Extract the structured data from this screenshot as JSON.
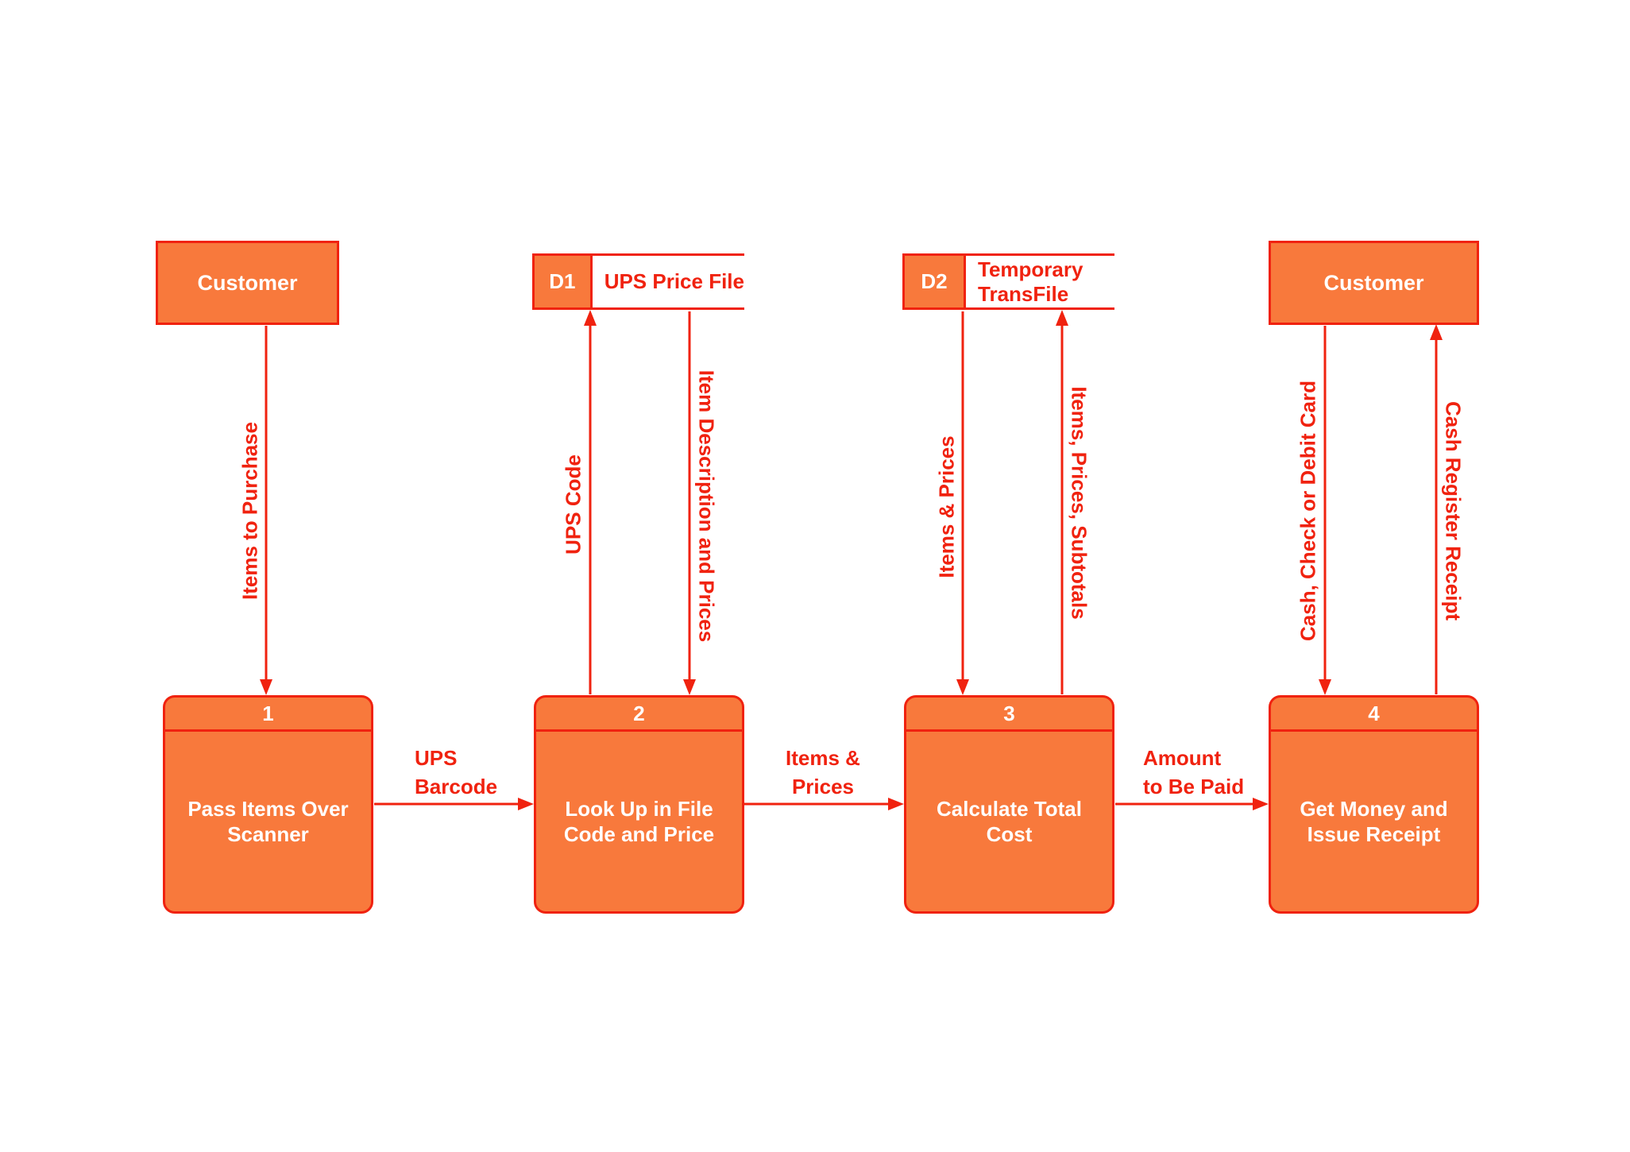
{
  "colors": {
    "shape_fill": "#F8793C",
    "line_red": "#F0220F",
    "label_white": "#FFFFFF"
  },
  "entities": [
    {
      "label": "Customer"
    },
    {
      "label": "Customer"
    }
  ],
  "data_stores": [
    {
      "id": "D1",
      "name": "UPS Price File"
    },
    {
      "id": "D2",
      "name_line1": "Temporary",
      "name_line2": "TransFile"
    }
  ],
  "processes": [
    {
      "number": "1",
      "label": "Pass Items Over Scanner"
    },
    {
      "number": "2",
      "label": "Look Up in File Code and Price"
    },
    {
      "number": "3",
      "label": "Calculate Total Cost"
    },
    {
      "number": "4",
      "label": "Get Money and Issue Receipt"
    }
  ],
  "flow_labels": {
    "items_to_purchase": "Items to Purchase",
    "ups_code": "UPS Code",
    "item_description_and_prices": "Item Description and Prices",
    "items_and_prices_store": "Items & Prices",
    "items_prices_subtotals": "Items, Prices, Subtotals",
    "cash_check_or_debit_card": "Cash, Check or Debit Card",
    "cash_register_receipt": "Cash Register Receipt",
    "ups_barcode_line1": "UPS",
    "ups_barcode_line2": "Barcode",
    "items_and_prices_line1": "Items &",
    "items_and_prices_line2": "Prices",
    "amount_to_be_paid_line1": "Amount",
    "amount_to_be_paid_line2": "to Be Paid"
  }
}
